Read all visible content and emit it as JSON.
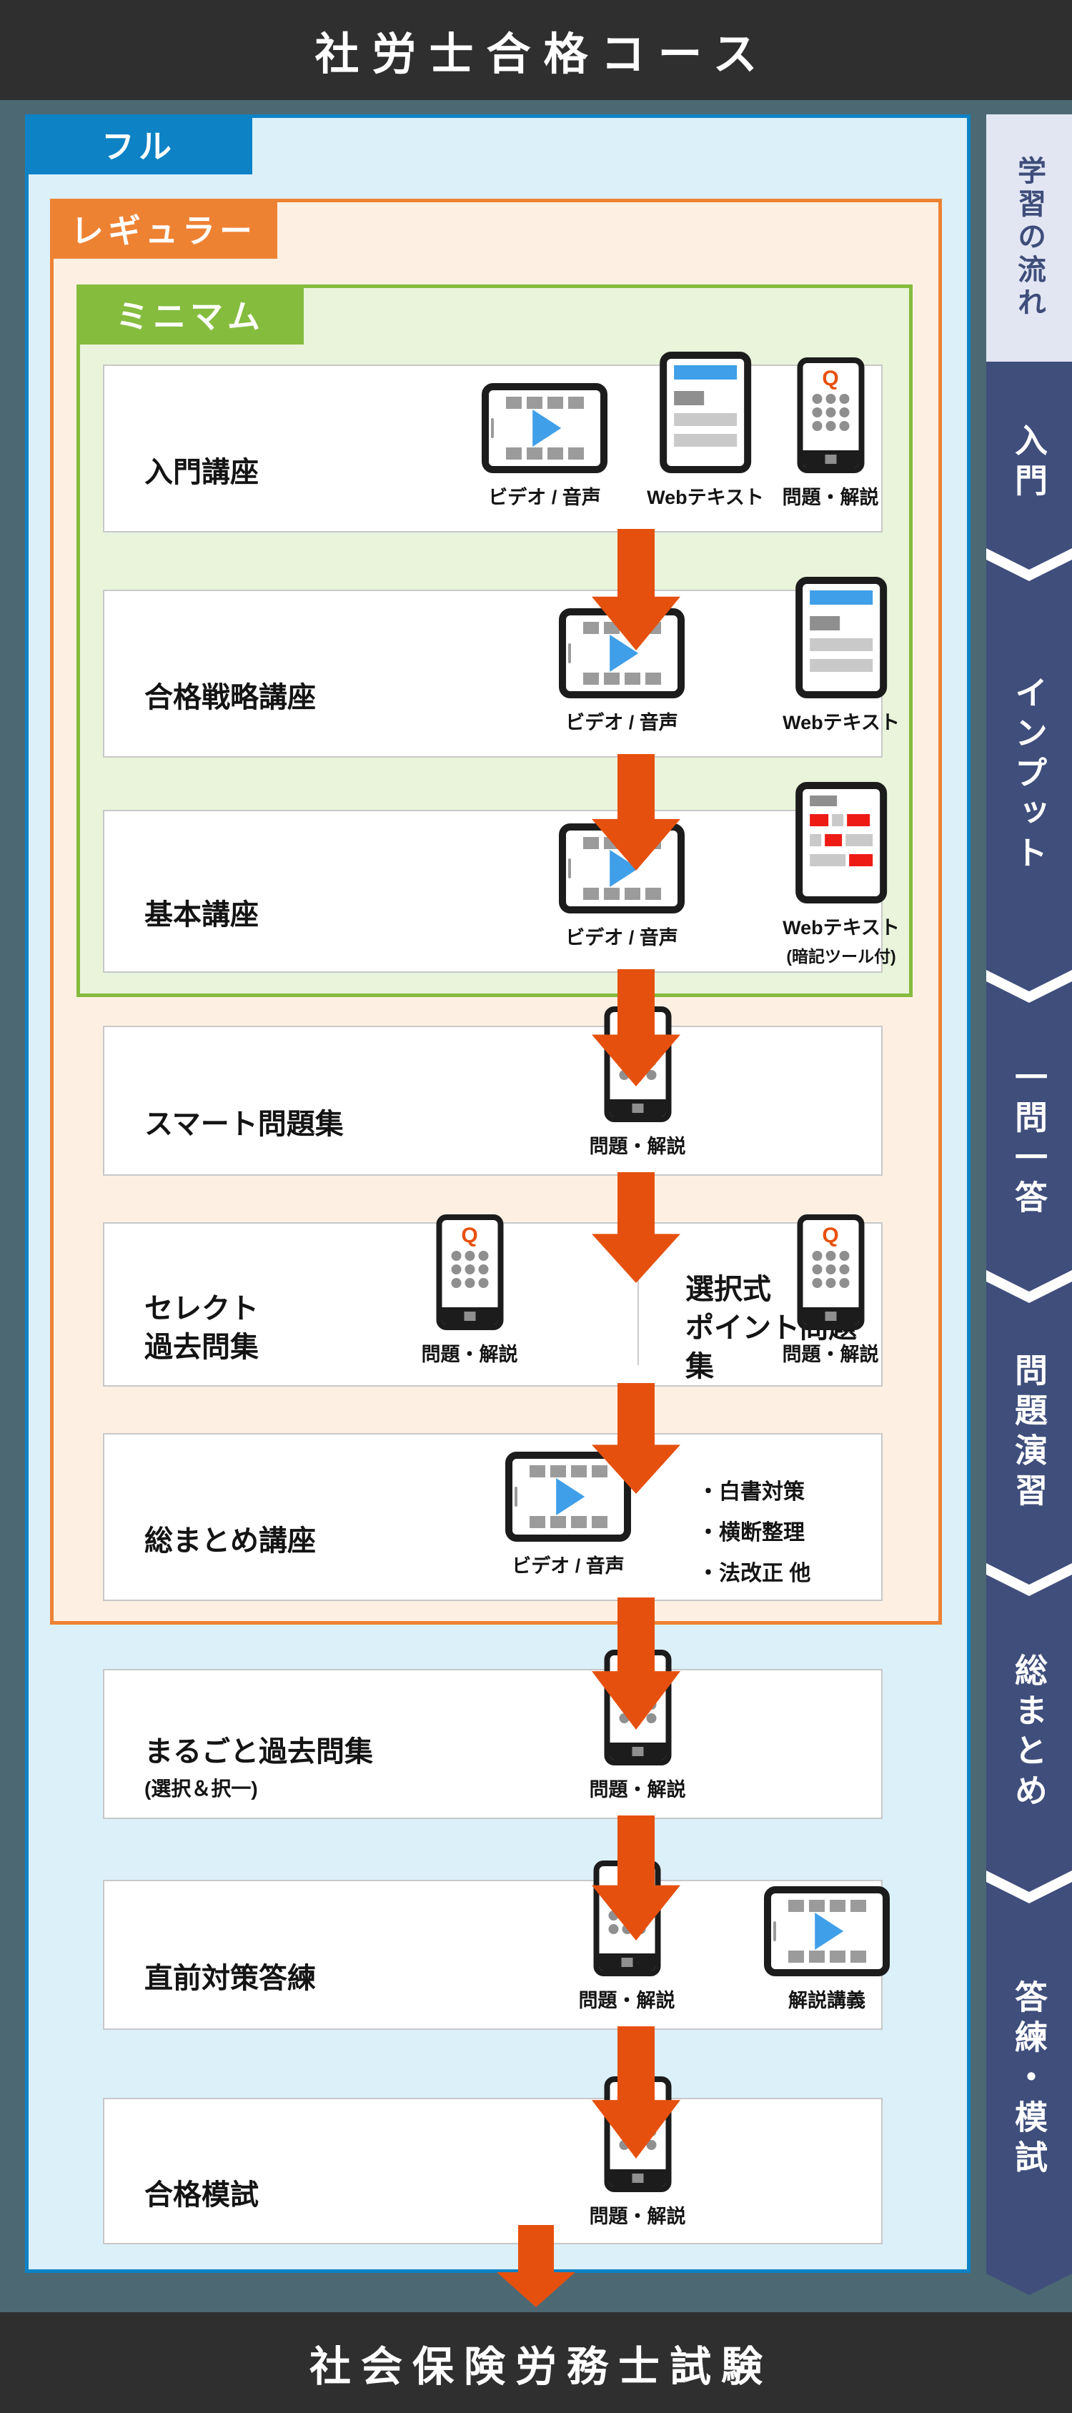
{
  "header": {
    "title": "社労士合格コース"
  },
  "footer": {
    "title": "社会保険労務士試験"
  },
  "course_tiers": {
    "full": "フル",
    "regular": "レギュラー",
    "minimum": "ミニマム"
  },
  "sidebar": {
    "title": "学習の流れ",
    "sections": [
      {
        "label": "入門"
      },
      {
        "label": "インプット"
      },
      {
        "label": "一問一答"
      },
      {
        "label": "問題演習"
      },
      {
        "label": "総まとめ"
      },
      {
        "label": "答練・模試"
      }
    ]
  },
  "icon_labels": {
    "video": "ビデオ / 音声",
    "webtext": "Webテキスト",
    "webtext_note": "(暗記ツール付)",
    "qa": "問題・解説",
    "lecture_video": "解説講義",
    "q_glyph": "Q"
  },
  "steps": [
    {
      "title": "入門講座"
    },
    {
      "title": "合格戦略講座"
    },
    {
      "title": "基本講座"
    },
    {
      "title": "スマート問題集"
    },
    {
      "left": {
        "title": "セレクト\n過去問集"
      },
      "right": {
        "title": "選択式\nポイント問題集"
      }
    },
    {
      "title": "総まとめ講座",
      "bullets": [
        "・白書対策",
        "・横断整理",
        "・法改正 他"
      ]
    },
    {
      "title": "まるごと過去問集",
      "subtitle": "(選択＆択一)"
    },
    {
      "title": "直前対策答練"
    },
    {
      "title": "合格模試"
    }
  ],
  "colors": {
    "header_bg": "#2f2f2f",
    "page_teal_bg": "#4c6973",
    "accent_blue": "#0d82c5",
    "accent_orange": "#ee8233",
    "accent_green": "#85bc3e",
    "arrow_red": "#e6500e",
    "sidebar_navy": "#3f4e7b",
    "sidebar_lavender": "#e2e6f3",
    "play_blue": "#3f9fe8",
    "q_orange": "#e8500f",
    "highlight_red": "#ee1b15"
  }
}
